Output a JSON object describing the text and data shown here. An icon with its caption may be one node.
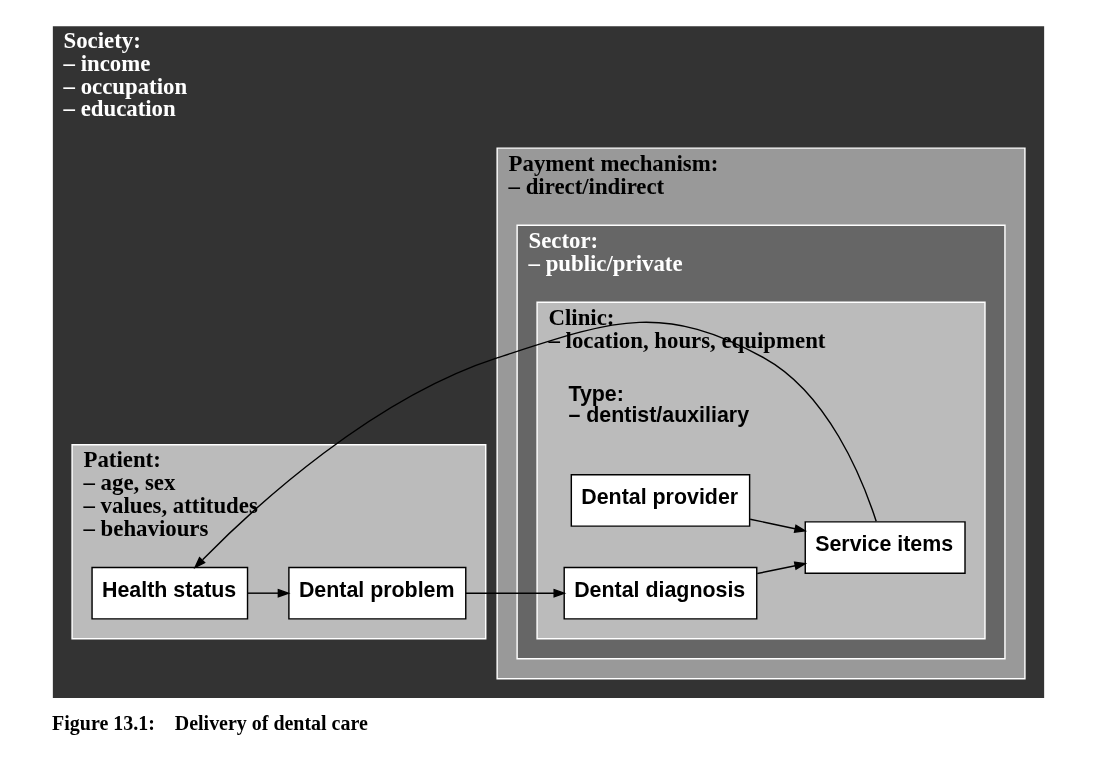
{
  "diagram": {
    "caption": "Figure 13.1:    Delivery of dental care",
    "nodes": [
      {
        "text": [
          "Society:",
          "– income",
          "– occupation",
          "– education"
        ]
      },
      {
        "text": [
          "Patient:",
          "– age, sex",
          "– values, attitudes",
          "– behaviours"
        ],
        "in": 0
      },
      {
        "text": [
          "Payment mechanism:",
          "– direct/indirect"
        ],
        "in": 0
      },
      {
        "text": [
          "Sector:",
          "– public/private"
        ],
        "in": 2
      },
      {
        "text": [
          "Clinic:",
          "– location, hours, equipment"
        ],
        "in": 3
      },
      {
        "text": [
          "Health status"
        ],
        "in": 1
      },
      {
        "text": [
          "Dental problem"
        ],
        "in": 1
      },
      {
        "text": [
          "Dental provider"
        ],
        "in": 4,
        "beside": [
          "Type:",
          "– dentist/auxiliary"
        ]
      },
      {
        "text": [
          "Dental diagnosis"
        ],
        "in": 4
      },
      {
        "text": [
          "Service items"
        ],
        "in": 4
      }
    ],
    "edges": [
      {
        "from": 5,
        "to": 6,
        "arrow": "to"
      },
      {
        "from": 6,
        "to": 8,
        "arrow": "to"
      },
      {
        "from": 8,
        "to": 9,
        "arrow": "to"
      },
      {
        "from": 7,
        "to": 9,
        "arrow": "to"
      },
      {
        "from": 9,
        "to": 5,
        "arrow": "to"
      }
    ]
  }
}
